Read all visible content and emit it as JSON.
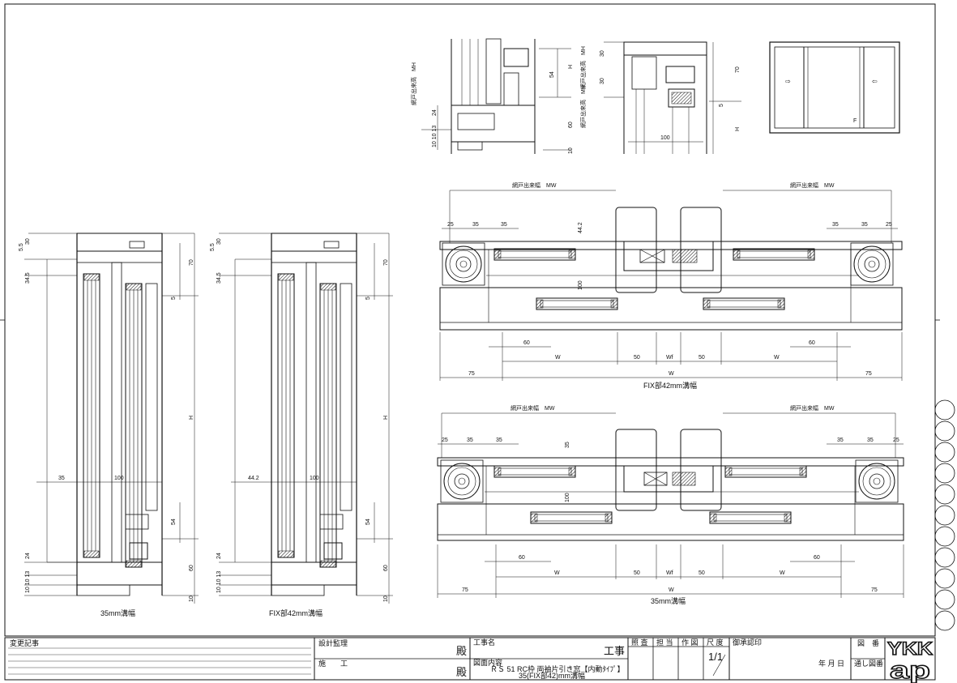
{
  "captions": {
    "left_section_1": "35mm溝幅",
    "left_section_2": "FIX部42mm溝幅",
    "plan_top": "FIX部42mm溝幅",
    "plan_bottom": "35mm溝幅"
  },
  "dims": {
    "mw_label": "網戸出来幅　MW",
    "mh_label": "網戸出来高　MH",
    "w": "W",
    "wf": "Wf",
    "h": "H",
    "n25": "25",
    "n35": "35",
    "n60": "60",
    "n50": "50",
    "n75": "75",
    "n100": "100",
    "n70": "70",
    "n54": "54",
    "n30": "30",
    "n24": "24",
    "n10": "10",
    "n13": "13",
    "n5": "5",
    "n55": "5.5",
    "n345": "34.5",
    "n442": "44.2",
    "n101013": "10 10 13",
    "f": "F"
  },
  "title_block": {
    "change_record": "変更記事",
    "design_supervision": "設計監理",
    "construction": "施　　工",
    "dono": "殿",
    "project_name": "工事名",
    "kouji": "工事",
    "drawing_content": "図面内容",
    "content_line1": "ＲＳ 51 RC枠 両袖片引き窓【内動ﾀｲﾌﾟ】",
    "content_line2": "35(FIX部42)mm溝幅",
    "check": "照 査",
    "charge": "担 当",
    "drawn": "作 図",
    "scale": "尺 度",
    "scale_value": "1/1",
    "approval": "御承認印",
    "date": "年 月 日",
    "drawing_no": "図　番",
    "serial_no": "通し図番",
    "logo_top": "YKK",
    "logo_bottom": "ap"
  }
}
